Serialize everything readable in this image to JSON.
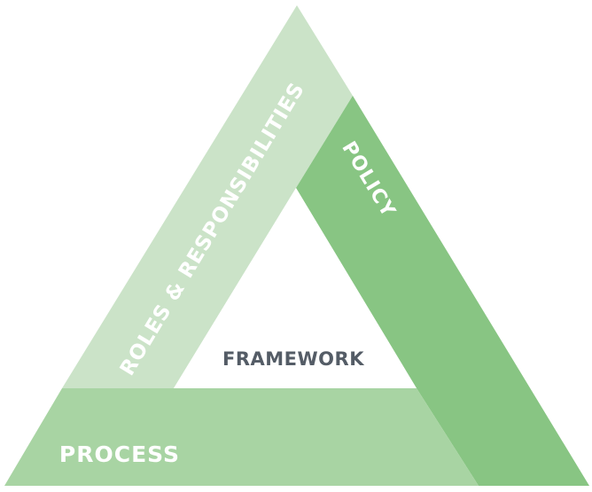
{
  "diagram": {
    "center_label": "FRAMEWORK",
    "sides": {
      "left": "ROLES & RESPONSIBILITIES",
      "right": "POLICY",
      "bottom": "PROCESS"
    }
  },
  "colors": {
    "left_band": "#cbe3c8",
    "right_band": "#88c583",
    "bottom_band": "#a8d4a3",
    "center_fill": "#ffffff",
    "side_text": "#ffffff",
    "center_text": "#545c66"
  }
}
